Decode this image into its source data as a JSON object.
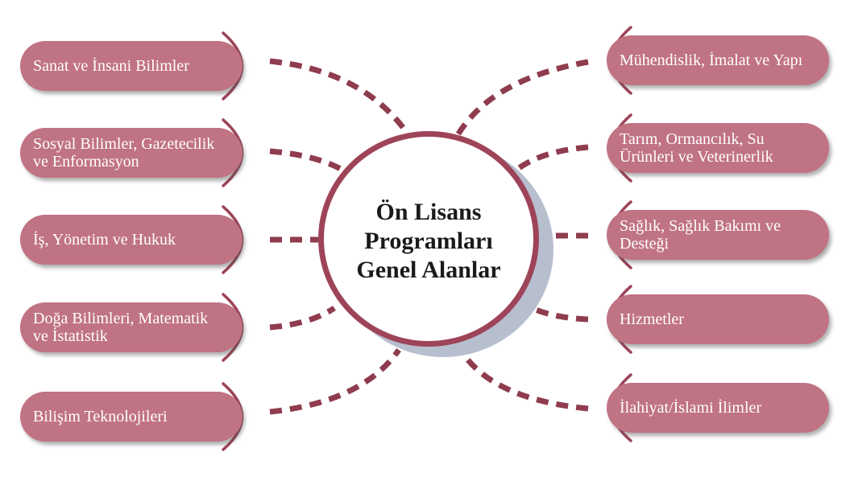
{
  "center": {
    "title": "Ön Lisans\nProgramları\nGenel Alanlar"
  },
  "left_items": [
    {
      "label": "Sanat ve İnsani Bilimler"
    },
    {
      "label": "Sosyal Bilimler, Gazetecilik\n ve Enformasyon"
    },
    {
      "label": "İş, Yönetim ve Hukuk"
    },
    {
      "label": "Doğa Bilimleri, Matematik\nve İstatistik"
    },
    {
      "label": "Bilişim Teknolojileri"
    }
  ],
  "right_items": [
    {
      "label": "Mühendislik, İmalat ve Yapı"
    },
    {
      "label": "Tarım, Ormancılık, Su\nÜrünleri ve Veterinerlik"
    },
    {
      "label": "Sağlık, Sağlık Bakımı ve\nDesteği"
    },
    {
      "label": "Hizmetler"
    },
    {
      "label": "İlahiyat/İslami İlimler"
    }
  ],
  "colors": {
    "pill_fill": "#c07383",
    "arc_stroke": "#9e4459",
    "connector": "#8f3c4f",
    "center_border": "#9e4459",
    "center_shadow": "#b7bfcf"
  }
}
